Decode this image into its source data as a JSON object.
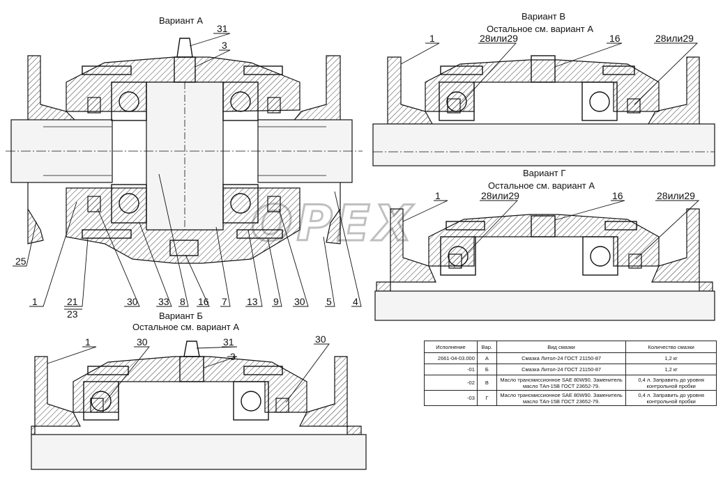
{
  "titles": {
    "variant_a": "Вариант А",
    "variant_b": "Вариант Б",
    "variant_b_sub": "Остальное см.  вариант А",
    "variant_v": "Вариант В",
    "variant_v_sub": "Остальное см.  вариант А",
    "variant_g": "Вариант Г",
    "variant_g_sub": "Остальное см.  вариант А"
  },
  "watermark": "OPEX",
  "callouts_a": [
    "31",
    "3",
    "25",
    "1",
    "21",
    "23",
    "30",
    "33",
    "8",
    "16",
    "7",
    "13",
    "9",
    "30",
    "5",
    "4"
  ],
  "callouts_b": [
    "1",
    "30",
    "31",
    "3",
    "30"
  ],
  "callouts_v": [
    "1",
    "28или29",
    "16",
    "28или29"
  ],
  "callouts_g": [
    "1",
    "28или29",
    "16",
    "28или29"
  ],
  "table": {
    "headers": [
      "Исполнение",
      "Вар.",
      "Вид смазки",
      "Количество смазки"
    ],
    "rows": [
      {
        "exec": "2661-04-03.000",
        "var": "А",
        "type": "Смазка Литол-24 ГОСТ 21150-87",
        "qty": "1,2 кг"
      },
      {
        "exec": "-01",
        "var": "Б",
        "type": "Смазка Литол-24 ГОСТ 21150-87",
        "qty": "1,2 кг"
      },
      {
        "exec": "-02",
        "var": "В",
        "type": "Масло трансмиссионное SAE 80W90. Заменитель масло ТАп-15В ГОСТ 23652-79.",
        "qty": "0,4 л. Заправить до уровня контрольной пробки"
      },
      {
        "exec": "-03",
        "var": "Г",
        "type": "Масло трансмиссионное SAE 80W90. Заменитель масло ТАп-15В ГОСТ 23652-79.",
        "qty": "0,4 л. Заправить до уровня контрольной пробки"
      }
    ]
  }
}
